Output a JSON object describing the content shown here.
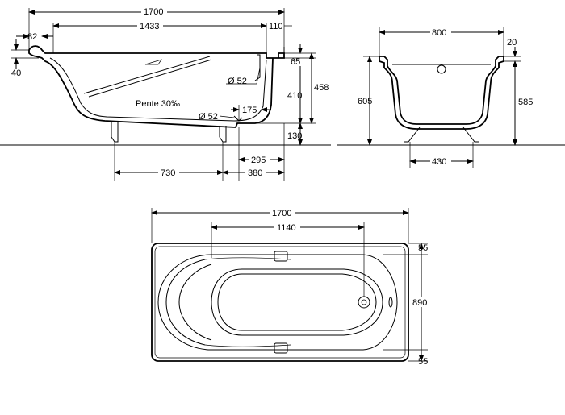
{
  "side_view": {
    "overall_length": "1700",
    "inner_length": "1433",
    "left_rim": "82",
    "right_rim": "110",
    "rim_height": "40",
    "drain_diameter": "Ø 52",
    "overflow_diameter": "Ø 52",
    "slope_label": "Pente 30‰",
    "top_offset": "65",
    "inner_depth": "410",
    "total_depth": "458",
    "foot_height": "130",
    "drain_offset": "175",
    "feet_spacing": "730",
    "drain_to_end": "295",
    "foot_to_end": "380"
  },
  "end_view": {
    "width": "800",
    "rim": "20",
    "total_height": "605",
    "inner_height": "585",
    "feet_spacing": "430"
  },
  "top_view": {
    "length": "1700",
    "inner_length": "1140",
    "width": "890",
    "top_margin": "55",
    "bottom_margin": "55"
  }
}
